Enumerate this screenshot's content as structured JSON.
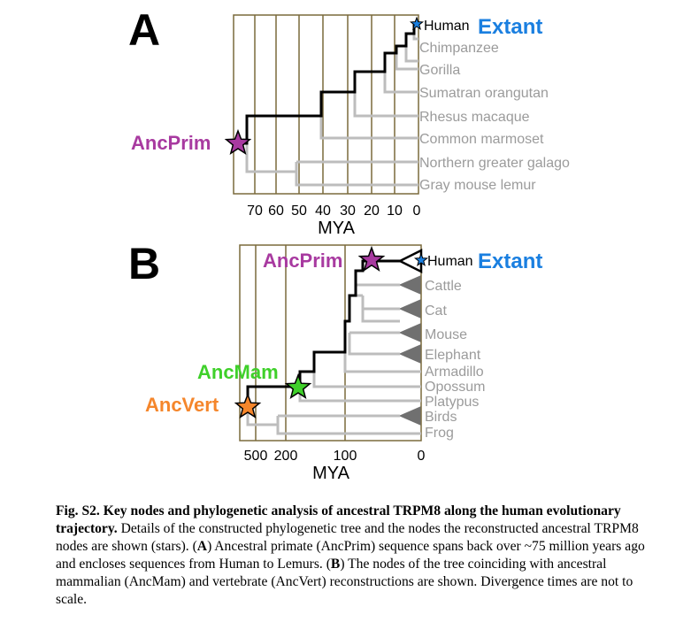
{
  "panel_a": {
    "letter": "A",
    "taxa": [
      "Human",
      "Chimpanzee",
      "Gorilla",
      "Sumatran orangutan",
      "Rhesus macaque",
      "Common marmoset",
      "Northern greater galago",
      "Gray mouse lemur"
    ],
    "axis_ticks": [
      "70",
      "60",
      "50",
      "40",
      "30",
      "20",
      "10",
      "0"
    ],
    "axis_title": "MYA",
    "extant_label": "Extant",
    "ancestor_label": "AncPrim"
  },
  "panel_b": {
    "letter": "B",
    "taxa": [
      "Human",
      "Cattle",
      "Cat",
      "Mouse",
      "Elephant",
      "Armadillo",
      "Opossum",
      "Platypus",
      "Birds",
      "Frog"
    ],
    "axis_ticks": [
      "500",
      "200",
      "100",
      "0"
    ],
    "axis_title": "MYA",
    "extant_label": "Extant",
    "ancestor_labels": [
      "AncPrim",
      "AncMam",
      "AncVert"
    ]
  },
  "colors": {
    "frame": "#7a6a3c",
    "trajectory": "#000000",
    "branch": "#bdbdbd",
    "clade": "#707070",
    "human_star": "#1a7fe0",
    "ancprim": "#a83aa0",
    "ancmam": "#3fd02a",
    "ancvert": "#f5862b",
    "extant": "#1a7fe0"
  },
  "caption": {
    "figure_label": "Fig. S2.",
    "title": "Key nodes and phylogenetic analysis of ancestral TRPM8 along the human evolutionary trajectory.",
    "text1": "Details of the constructed phylogenetic tree and the nodes the reconstructed ancestral TRPM8 nodes are shown (stars). (",
    "label_a": "A",
    "text2": ") Ancestral primate (AncPrim) sequence spans back over ~75 million years ago and encloses sequences from Human to Lemurs. (",
    "label_b": "B",
    "text3": ") The nodes of the tree coinciding with ancestral mammalian (AncMam) and vertebrate (AncVert) reconstructions are shown. Divergence times are not to scale."
  }
}
